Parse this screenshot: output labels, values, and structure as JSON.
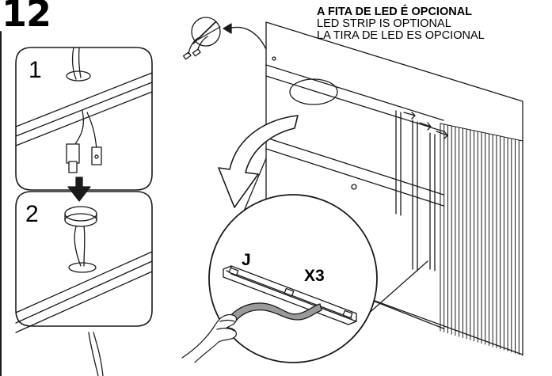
{
  "step": {
    "number": "12"
  },
  "note": {
    "pt": "A FITA DE LED É OPCIONAL",
    "en": "LED STRIP IS OPTIONAL",
    "es": "LA TIRA DE LED ES OPCIONAL"
  },
  "details": {
    "panel1_number": "1",
    "panel2_number": "2",
    "part_label": "J",
    "quantity_label": "X3"
  },
  "colors": {
    "line": "#1a1a1a",
    "strip": "#9a9a9a",
    "background": "#ffffff"
  }
}
